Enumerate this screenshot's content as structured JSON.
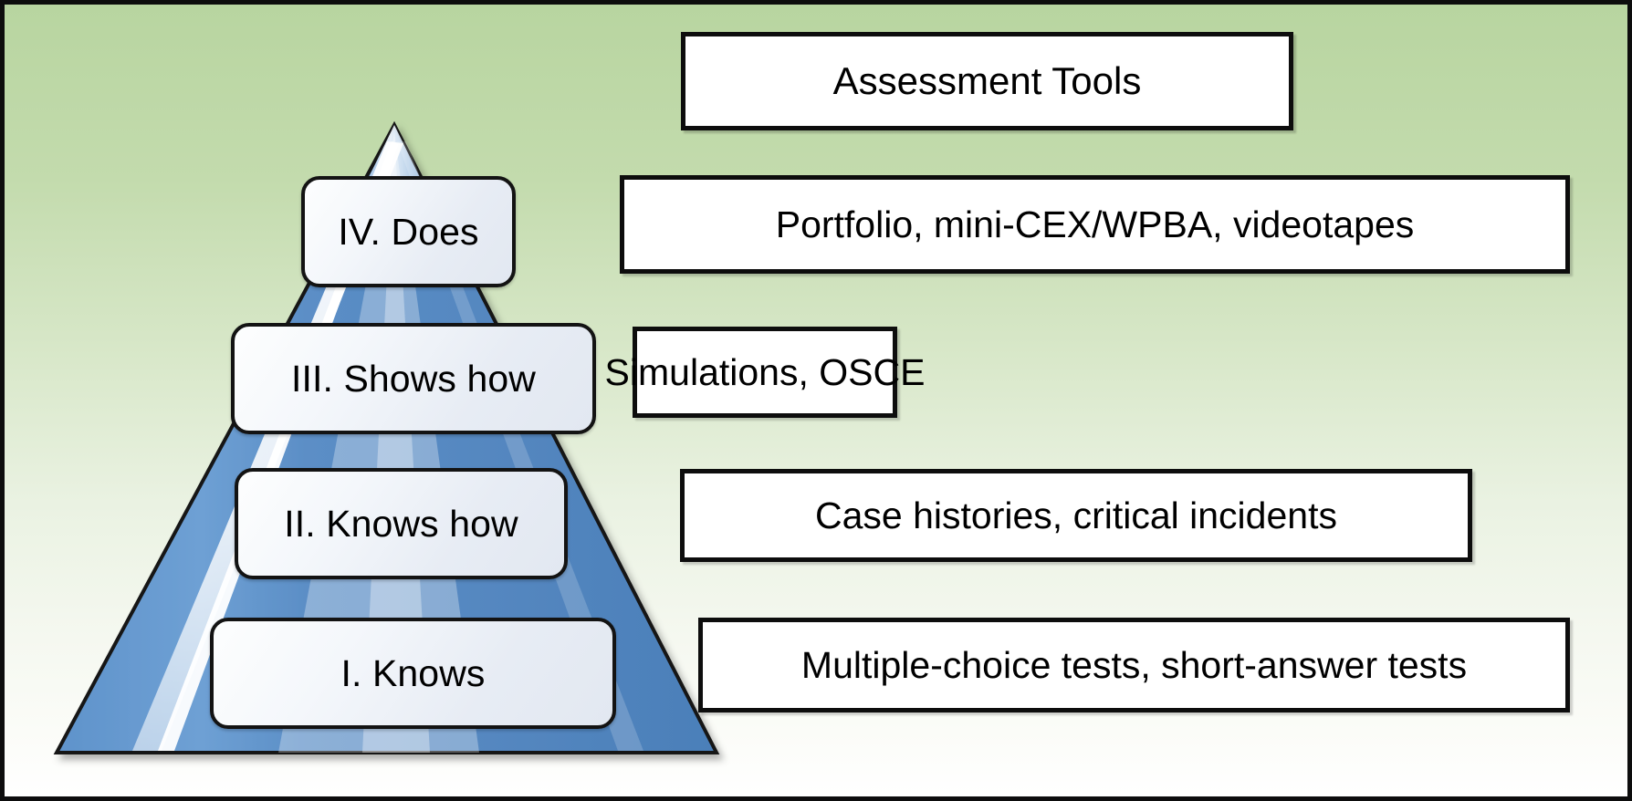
{
  "figure": {
    "title": "Miller's pyramid of clinical competence with assessment tools",
    "background": {
      "top_color": "#b8d5a0",
      "bottom_color": "#ffffff",
      "frame_color": "#0d0d0d"
    },
    "pyramid": {
      "fill_color": "#5b8fc7",
      "outline_color": "#131313",
      "highlight_color": "#ffffff"
    }
  },
  "header": {
    "label": "Assessment Tools"
  },
  "pyramid_levels": [
    {
      "id": "level-4",
      "label": "IV. Does",
      "tool": "Portfolio, mini-CEX/WPBA, videotapes"
    },
    {
      "id": "level-3",
      "label": "III. Shows how",
      "tool": "Simulations, OSCE"
    },
    {
      "id": "level-2",
      "label": "II. Knows how",
      "tool": "Case histories, critical incidents"
    },
    {
      "id": "level-1",
      "label": "I. Knows",
      "tool": "Multiple-choice tests, short-answer tests"
    }
  ]
}
